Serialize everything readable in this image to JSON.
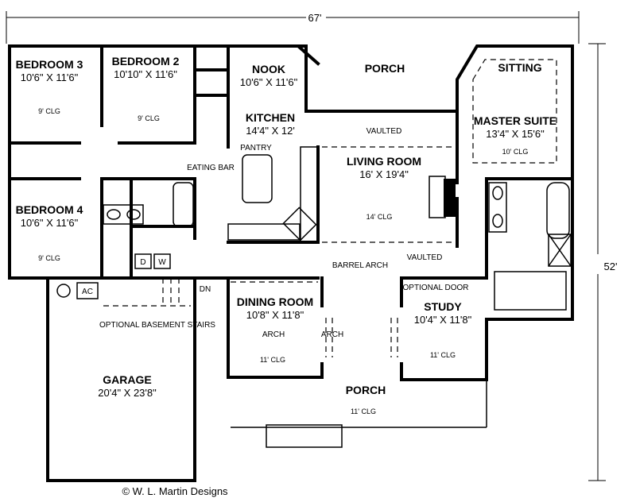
{
  "dimensions": {
    "width": "67'",
    "depth": "52'"
  },
  "rooms": {
    "bedroom3": {
      "name": "BEDROOM 3",
      "size": "10'6\" X 11'6\"",
      "ceiling": "9' CLG"
    },
    "bedroom2": {
      "name": "BEDROOM 2",
      "size": "10'10\" X 11'6\"",
      "ceiling": "9' CLG"
    },
    "nook": {
      "name": "NOOK",
      "size": "10'6\" X 11'6\""
    },
    "porch_rear": {
      "name": "PORCH"
    },
    "sitting": {
      "name": "SITTING"
    },
    "kitchen": {
      "name": "KITCHEN",
      "size": "14'4\" X 12'"
    },
    "master": {
      "name": "MASTER SUITE",
      "size": "13'4\" X 15'6\"",
      "ceiling": "10' CLG"
    },
    "living": {
      "name": "LIVING ROOM",
      "size": "16' X 19'4\"",
      "ceiling": "14' CLG"
    },
    "bedroom4": {
      "name": "BEDROOM 4",
      "size": "10'6\" X 11'6\"",
      "ceiling": "9' CLG"
    },
    "dining": {
      "name": "DINING ROOM",
      "size": "10'8\" X 11'8\"",
      "ceiling": "11' CLG"
    },
    "study": {
      "name": "STUDY",
      "size": "10'4\" X 11'8\"",
      "ceiling": "11' CLG"
    },
    "garage": {
      "name": "GARAGE",
      "size": "20'4\" X 23'8\""
    },
    "porch_front": {
      "name": "PORCH",
      "ceiling": "11' CLG"
    }
  },
  "notes": {
    "pantry": "PANTRY",
    "eating_bar": "EATING BAR",
    "vaulted_1": "VAULTED",
    "vaulted_2": "VAULTED",
    "barrel_arch": "BARREL ARCH",
    "optional_door": "OPTIONAL DOOR",
    "arch_left": "ARCH",
    "arch_right": "ARCH",
    "optional_stairs": "OPTIONAL BASEMENT STAIRS",
    "dn": "DN",
    "ac": "AC",
    "dryer": "D",
    "washer": "W"
  },
  "copyright": "© W. L. Martin Designs"
}
